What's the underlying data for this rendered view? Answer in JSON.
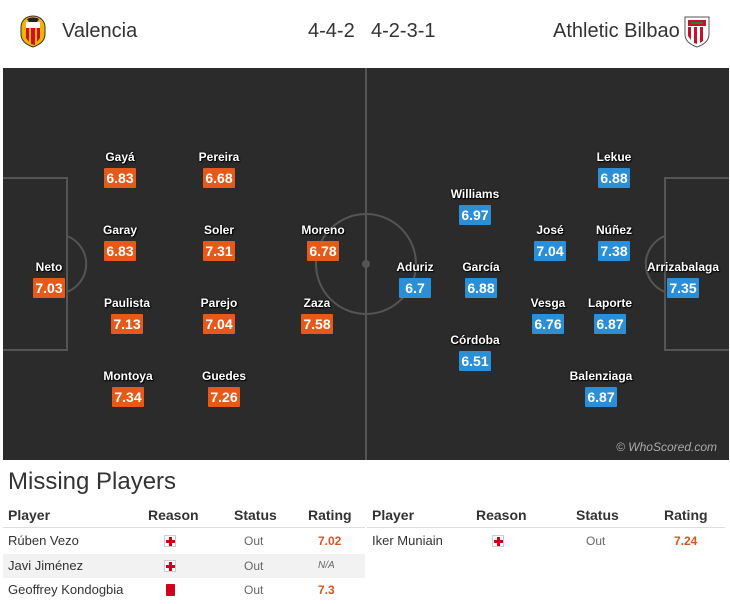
{
  "header": {
    "home_team": "Valencia",
    "home_formation": "4-4-2",
    "away_formation": "4-2-3-1",
    "away_team": "Athletic Bilbao",
    "home_crest_icon": "valencia-bat-crest-icon",
    "away_crest_icon": "athletic-bilbao-crest-icon"
  },
  "colors": {
    "home_rating": "#e55a1a",
    "away_rating": "#2a8fd6",
    "pitch": "#2b2b2b"
  },
  "pitch": {
    "watermark": "© WhoScored.com"
  },
  "home_players": [
    {
      "name": "Neto",
      "rating": "7.03"
    },
    {
      "name": "Gayá",
      "rating": "6.83"
    },
    {
      "name": "Garay",
      "rating": "6.83"
    },
    {
      "name": "Paulista",
      "rating": "7.13"
    },
    {
      "name": "Montoya",
      "rating": "7.34"
    },
    {
      "name": "Pereira",
      "rating": "6.68"
    },
    {
      "name": "Soler",
      "rating": "7.31"
    },
    {
      "name": "Parejo",
      "rating": "7.04"
    },
    {
      "name": "Guedes",
      "rating": "7.26"
    },
    {
      "name": "Moreno",
      "rating": "6.78"
    },
    {
      "name": "Zaza",
      "rating": "7.58"
    }
  ],
  "away_players": [
    {
      "name": "Aduriz",
      "rating": "6.7"
    },
    {
      "name": "Williams",
      "rating": "6.97"
    },
    {
      "name": "García",
      "rating": "6.88"
    },
    {
      "name": "Córdoba",
      "rating": "6.51"
    },
    {
      "name": "José",
      "rating": "7.04"
    },
    {
      "name": "Vesga",
      "rating": "6.76"
    },
    {
      "name": "Lekue",
      "rating": "6.88"
    },
    {
      "name": "Núñez",
      "rating": "7.38"
    },
    {
      "name": "Laporte",
      "rating": "6.87"
    },
    {
      "name": "Balenziaga",
      "rating": "6.87"
    },
    {
      "name": "Arrizabalaga",
      "rating": "7.35"
    }
  ],
  "missing": {
    "title": "Missing Players",
    "headers": {
      "player": "Player",
      "reason": "Reason",
      "status": "Status",
      "rating": "Rating"
    },
    "home": [
      {
        "player": "Rúben Vezo",
        "reason": "injury-icon",
        "status": "Out",
        "rating": "7.02"
      },
      {
        "player": "Javi Jiménez",
        "reason": "injury-icon",
        "status": "Out",
        "rating": "N/A"
      },
      {
        "player": "Geoffrey Kondogbia",
        "reason": "red-card-icon",
        "status": "Out",
        "rating": "7.3"
      }
    ],
    "away": [
      {
        "player": "Iker Muniain",
        "reason": "injury-icon",
        "status": "Out",
        "rating": "7.24"
      }
    ]
  }
}
